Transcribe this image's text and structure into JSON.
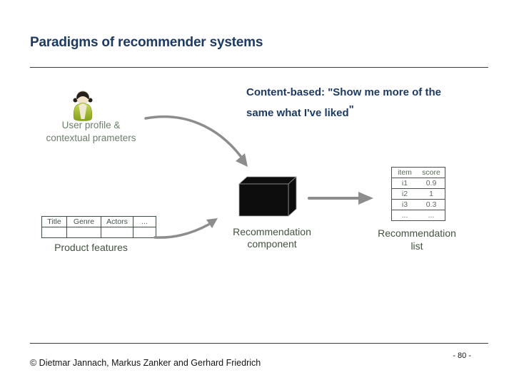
{
  "slide": {
    "title": "Paradigms of recommender systems",
    "content_based": {
      "line1": "Content-based: \"Show me more of the",
      "line2": "same what I've liked",
      "closing_quote": "\""
    }
  },
  "diagram": {
    "user_profile": {
      "icon": "user-icon",
      "label_line1": "User profile &",
      "label_line2": "contextual prameters"
    },
    "product_features": {
      "headers": [
        "Title",
        "Genre",
        "Actors",
        "..."
      ],
      "label": "Product features"
    },
    "component": {
      "label_line1": "Recommendation",
      "label_line2": "component"
    },
    "recommendation_list": {
      "headers": [
        "item",
        "score"
      ],
      "rows": [
        [
          "i1",
          "0.9"
        ],
        [
          "i2",
          "1"
        ],
        [
          "i3",
          "0.3"
        ],
        [
          "...",
          "..."
        ]
      ],
      "label_line1": "Recommendation",
      "label_line2": "list"
    },
    "arrows": [
      "user-to-component",
      "features-to-component",
      "component-to-list"
    ]
  },
  "footer": {
    "copyright": "© Dietmar Jannach, Markus Zanker and Gerhard Friedrich",
    "page_number": "- 80 -"
  },
  "colors": {
    "title_navy": "#1d3a63",
    "label_green_dark": "#43533f",
    "label_green_soft": "#6d7d6d",
    "arrow_gray": "#8d8d8d",
    "box_black": "#0d0d0d"
  }
}
